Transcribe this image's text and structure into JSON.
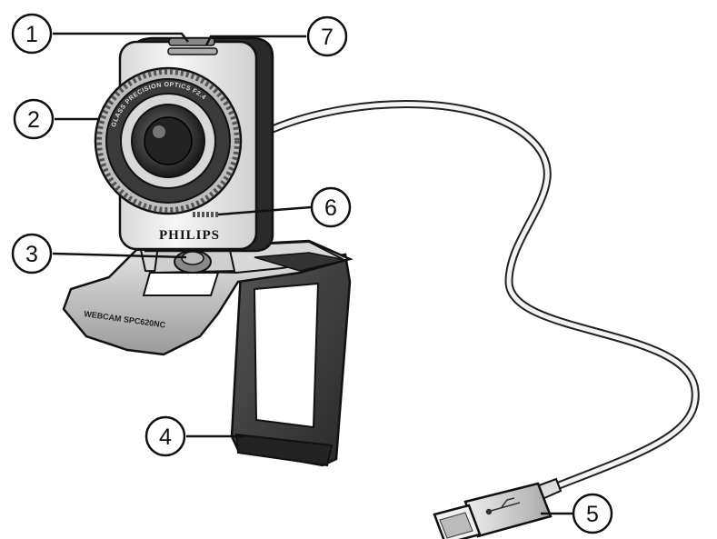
{
  "product": {
    "brand": "PHILIPS",
    "model": "WEBCAM SPC620NC",
    "lens_ring_text": "GLASS PRECISION OPTICS F2.4"
  },
  "callouts": [
    {
      "id": "1",
      "label": "1"
    },
    {
      "id": "2",
      "label": "2"
    },
    {
      "id": "3",
      "label": "3"
    },
    {
      "id": "4",
      "label": "4"
    },
    {
      "id": "5",
      "label": "5"
    },
    {
      "id": "6",
      "label": "6"
    },
    {
      "id": "7",
      "label": "7"
    }
  ],
  "colors": {
    "ink": "#111111",
    "body_light": "#eeeeee",
    "body_dark": "#2a2a2a",
    "clip_dark": "#3a3a3a",
    "silver": "#c8c8c8"
  }
}
